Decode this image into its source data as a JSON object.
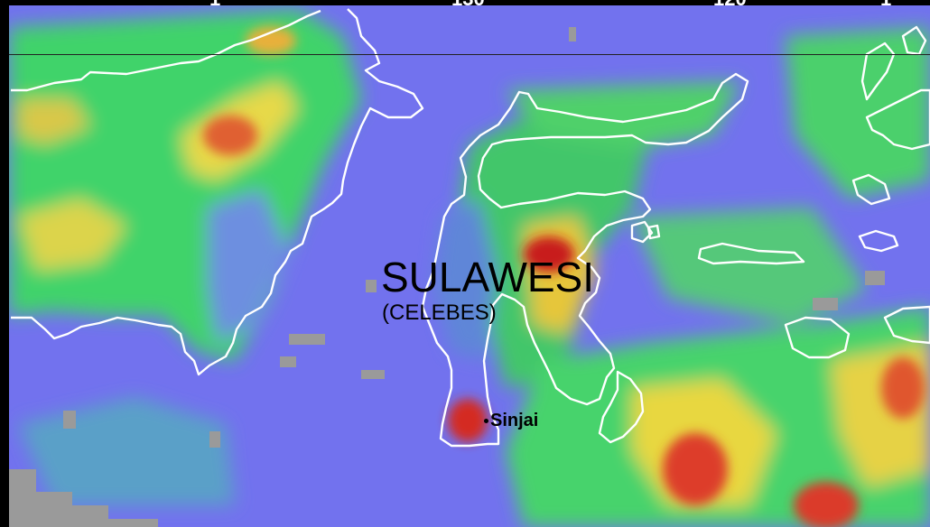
{
  "map": {
    "region_label": "SULAWESI",
    "region_sublabel": "(CELEBES)",
    "city_label": "Sinjai",
    "longitude_labels": [
      "1",
      "130",
      "120",
      "1"
    ],
    "colors": {
      "background": "#6f6ff0",
      "coastline": "#ffffff",
      "low": "#7e7ef2",
      "medium": "#3cd86a",
      "high": "#f2e23a",
      "very_high": "#e8462a",
      "extreme": "#c0141e",
      "no_data": "#9a9a9a"
    }
  }
}
